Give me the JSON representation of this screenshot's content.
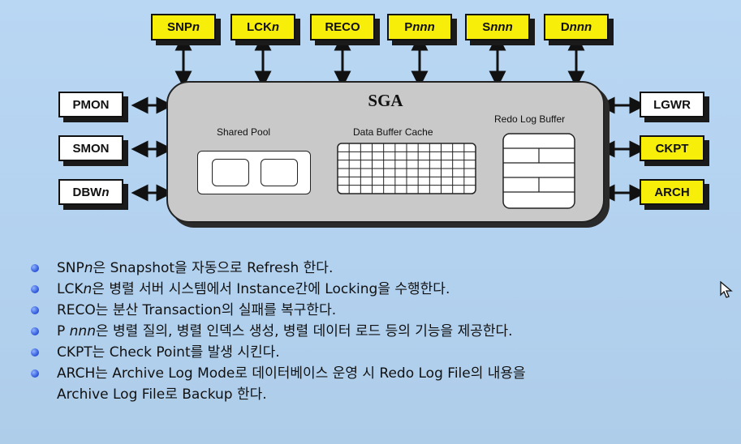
{
  "diagram": {
    "top_processes": [
      {
        "prefix": "SNP",
        "suffix": "n"
      },
      {
        "prefix": "LCK",
        "suffix": "n"
      },
      {
        "prefix": "RECO",
        "suffix": ""
      },
      {
        "prefix": "P",
        "suffix": "nnn"
      },
      {
        "prefix": "S",
        "suffix": "nnn"
      },
      {
        "prefix": "D",
        "suffix": "nnn"
      }
    ],
    "left_processes": [
      {
        "prefix": "PMON",
        "suffix": ""
      },
      {
        "prefix": "SMON",
        "suffix": ""
      },
      {
        "prefix": "DBW",
        "suffix": "n"
      }
    ],
    "right_processes": [
      {
        "prefix": "LGWR",
        "suffix": ""
      },
      {
        "prefix": "CKPT",
        "suffix": ""
      },
      {
        "prefix": "ARCH",
        "suffix": ""
      }
    ],
    "sga": {
      "title": "SGA",
      "shared_pool_label": "Shared Pool",
      "data_buffer_cache_label": "Data Buffer Cache",
      "redo_log_buffer_label": "Redo Log Buffer"
    },
    "colors": {
      "highlight": "#f7ee0a",
      "plain": "#ffffff",
      "sga": "#c9c9c9",
      "bullet": "#2a52d8"
    }
  },
  "bullets": [
    {
      "pre": "SNP",
      "em": "n",
      "post": "은 Snapshot을 자동으로 Refresh 한다."
    },
    {
      "pre": "LCK",
      "em": "n",
      "post": "은 병렬 서버 시스템에서 Instance간에 Locking을 수행한다."
    },
    {
      "pre": "RECO는 분산 Transaction의 실패를 복구한다.",
      "em": "",
      "post": ""
    },
    {
      "pre": "P ",
      "em": "nnn",
      "post": "은 병렬 질의, 병렬 인덱스 생성, 병렬 데이터 로드 등의 기능을 제공한다."
    },
    {
      "pre": "CKPT는 Check Point를 발생 시킨다.",
      "em": "",
      "post": ""
    },
    {
      "pre": "ARCH는 Archive Log Mode로 데이터베이스 운영 시 Redo Log File의 내용을",
      "em": "",
      "post": "",
      "line2": "Archive Log File로 Backup 한다."
    }
  ]
}
